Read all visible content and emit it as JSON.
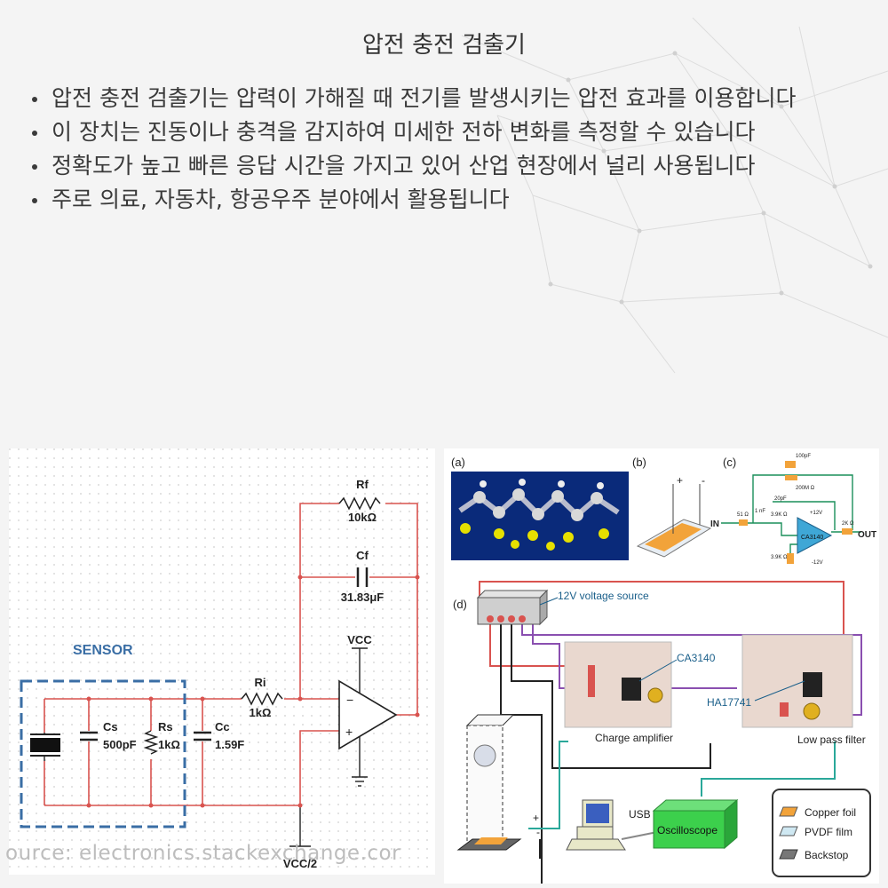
{
  "title": "압전 충전 검출기",
  "bullets": [
    "압전 충전 검출기는 압력이 가해질 때 전기를 발생시키는 압전 효과를 이용합니다",
    "이 장치는 진동이나 충격을 감지하여 미세한 전하 변화를 측정할 수 있습니다",
    "정확도가 높고 빠른 응답 시간을 가지고 있어 산업 현장에서 널리 사용됩니다",
    "주로 의료, 자동차, 항공우주 분야에서 활용됩니다"
  ],
  "left_circuit": {
    "sensor_label": "SENSOR",
    "rf": "Rf",
    "rf_value": "10kΩ",
    "cf": "Cf",
    "cf_value": "31.83μF",
    "vcc": "VCC",
    "ri": "Ri",
    "ri_value": "1kΩ",
    "cs": "Cs",
    "cs_value": "500pF",
    "rs": "Rs",
    "rs_value": "1kΩ",
    "cc": "Cc",
    "cc_value": "1.59F",
    "vcc2": "VCC/2",
    "minus": "−",
    "plus": "+"
  },
  "right_figure": {
    "label_a": "(a)",
    "label_b": "(b)",
    "label_c": "(c)",
    "label_d": "(d)",
    "b_plus": "+",
    "b_minus": "-",
    "c_in": "IN",
    "c_out": "OUT",
    "c_r1": "51 Ω",
    "c_c1": "1 nF",
    "c_c2": "20pF",
    "c_r2": "3.9K Ω",
    "c_cap_top": "100pF",
    "c_r_top": "200M Ω",
    "c_chip": "CA3140",
    "c_vplus": "+12V",
    "c_vminus": "-12V",
    "c_r_out": "2K Ω",
    "c_r3": "3.9K Ω",
    "voltage_source": "12V voltage source",
    "ca3140": "CA3140",
    "ha17741": "HA17741",
    "charge_amplifier": "Charge amplifier",
    "low_pass_filter": "Low pass filter",
    "usb": "USB",
    "oscilloscope": "Oscilloscope",
    "legend": [
      "Copper foil",
      "PVDF film",
      "Backstop"
    ],
    "d_plus": "+",
    "d_minus": "-"
  },
  "source_text": "ource: electronics.stackexchange.cor",
  "colors": {
    "wire_red": "#d9534f",
    "sensor_dash": "#3a6ea5",
    "copper": "#f2a33a",
    "teal": "#2aa89a",
    "purple": "#8a4fb0",
    "oscilloscope": "#3cd04c"
  }
}
